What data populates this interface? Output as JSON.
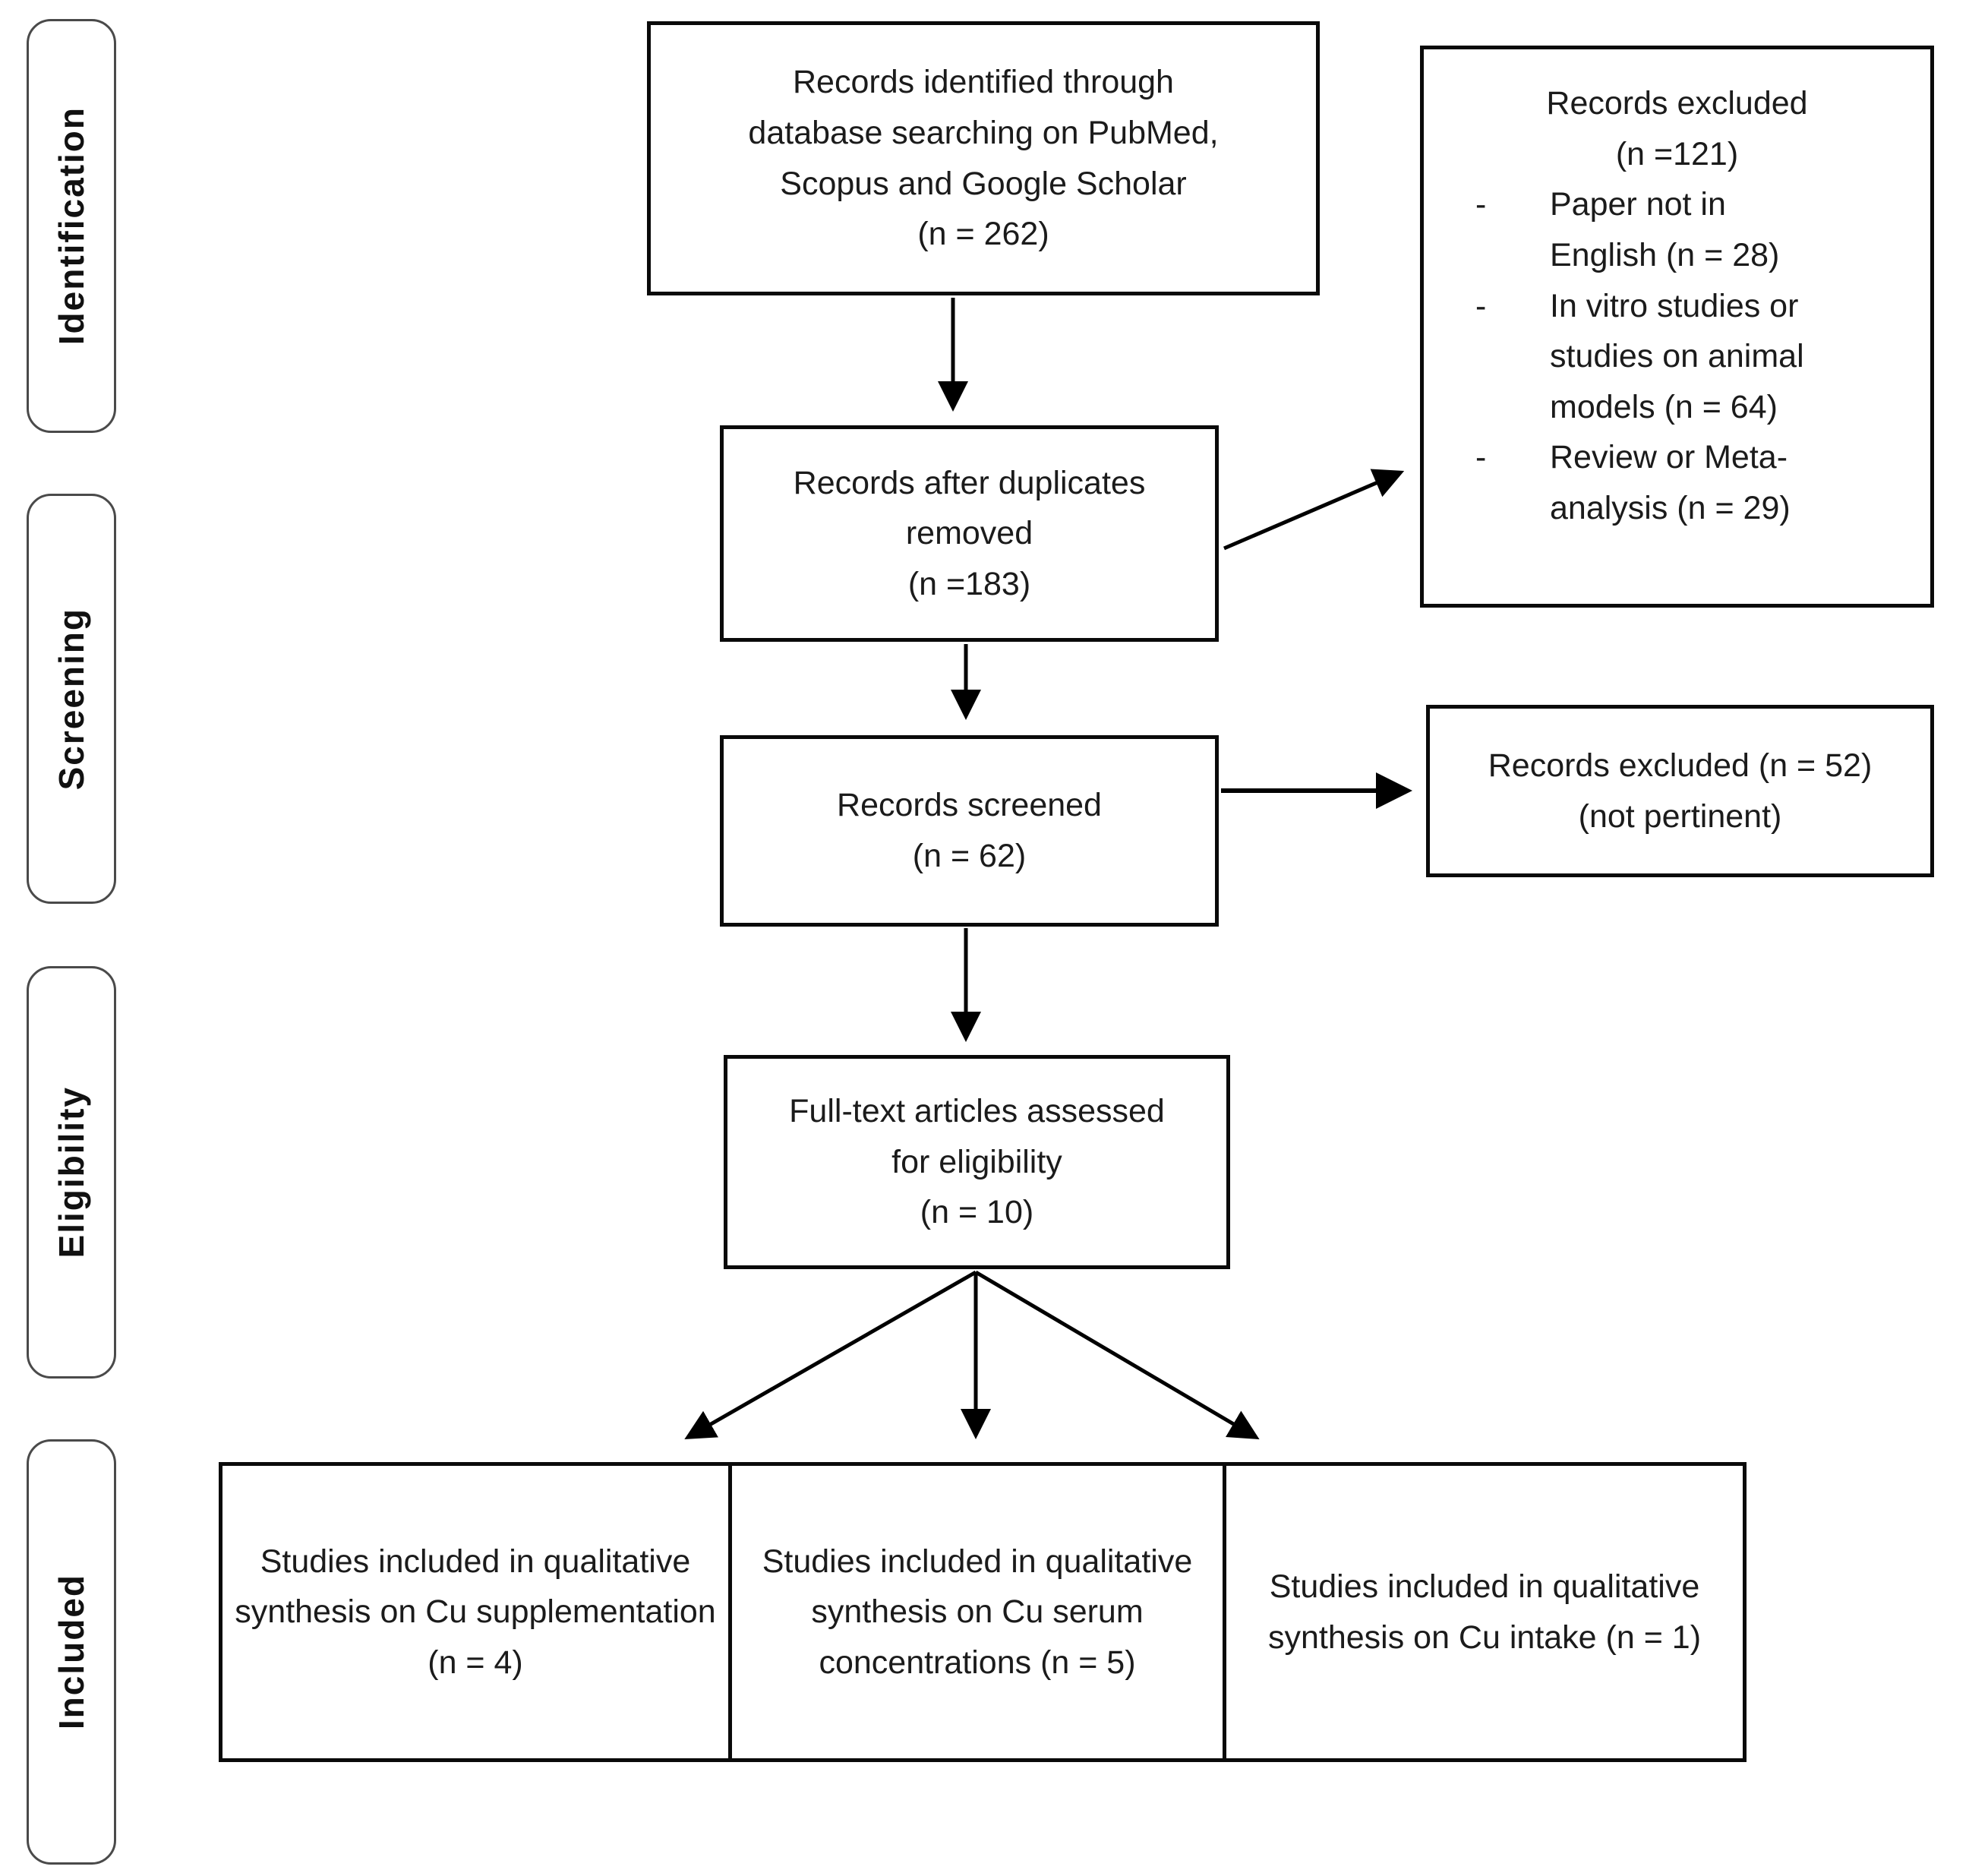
{
  "figure": {
    "type": "prisma-flow-diagram",
    "background_color": "#ffffff",
    "line_color": "#000000",
    "text_color": "#1b1b1b"
  },
  "stages": [
    {
      "label": "Identification"
    },
    {
      "label": "Screening"
    },
    {
      "label": "Eligibility"
    },
    {
      "label": "Included"
    }
  ],
  "boxes": {
    "identified": {
      "text": "Records identified through\ndatabase searching on PubMed,\nScopus and Google Scholar\n(n = 262)"
    },
    "duplicates_removed": {
      "text": "Records after duplicates\nremoved\n(n =183)"
    },
    "screened": {
      "text": "Records screened\n(n = 62)"
    },
    "fulltext": {
      "text": "Full-text articles assessed\nfor eligibility\n(n = 10)"
    },
    "excluded_identification": {
      "title": "Records excluded\n(n =121)",
      "bullet": "-",
      "items": [
        "Paper not in\nEnglish (n = 28)",
        "In vitro studies or\nstudies on animal\nmodels (n = 64)",
        "Review or Meta-\nanalysis (n = 29)"
      ]
    },
    "excluded_screening": {
      "text": "Records excluded (n = 52)\n(not pertinent)"
    },
    "included_supplementation": {
      "text": "Studies included in\nqualitative synthesis on\nCu supplementation\n(n = 4)"
    },
    "included_serum": {
      "text": "Studies included in\nqualitative synthesis on\nCu serum concentrations\n(n = 5)"
    },
    "included_intake": {
      "text": "Studies included in\nqualitative synthesis on Cu\nintake\n(n = 1)"
    }
  }
}
